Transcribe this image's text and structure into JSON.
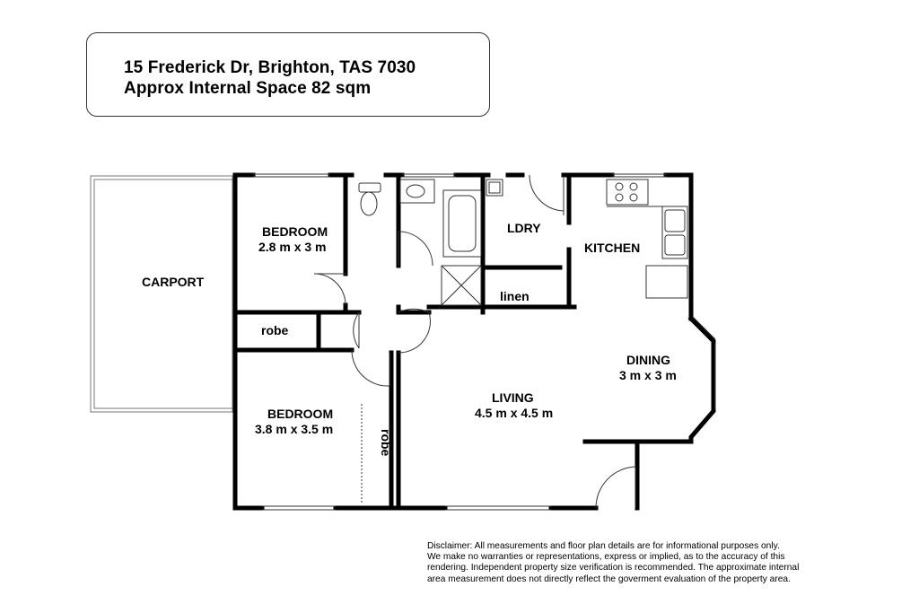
{
  "header": {
    "address": "15 Frederick Dr, Brighton, TAS 7030",
    "area": "Approx Internal Space 82 sqm"
  },
  "rooms": {
    "carport": "CARPORT",
    "bedroom1_name": "BEDROOM",
    "bedroom1_size": "2.8 m x 3 m",
    "robe1": "robe",
    "bedroom2_name": "BEDROOM",
    "bedroom2_size": "3.8 m x 3.5 m",
    "robe2": "robe",
    "laundry": "LDRY",
    "linen": "linen",
    "kitchen": "KITCHEN",
    "living_name": "LIVING",
    "living_size": "4.5 m x 4.5 m",
    "dining_name": "DINING",
    "dining_size": "3 m x 3 m"
  },
  "disclaimer": [
    "Disclaimer: All measurements and floor plan details are for informational purposes only.",
    "We  make no warranties or representations, express or implied, as to the accuracy of this",
    "rendering. Independent property size verification is recommended. The approximate internal",
    "area measurement does not directly reflect the goverment evaluation of the property area."
  ]
}
